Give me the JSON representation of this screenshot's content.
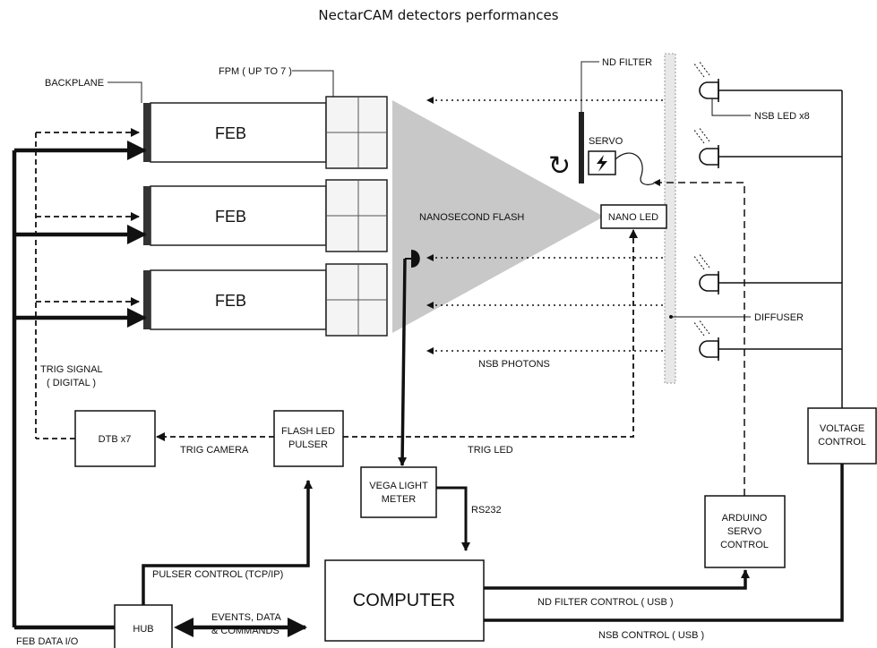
{
  "title": "NectarCAM detectors performances",
  "labels": {
    "backplane": "BACKPLANE",
    "fpm": "FPM ( UP TO 7 )",
    "feb": "FEB",
    "nd_filter": "ND FILTER",
    "servo": "SERVO",
    "nsb_led": "NSB LED x8",
    "nano_led": "NANO LED",
    "nanosecond_flash": "NANOSECOND FLASH",
    "diffuser": "DIFFUSER",
    "nsb_photons": "NSB PHOTONS",
    "trig_signal_1": "TRIG SIGNAL",
    "trig_signal_2": "( DIGITAL )",
    "dtb": "DTB x7",
    "trig_camera": "TRIG CAMERA",
    "flash_led_1": "FLASH LED",
    "flash_led_2": "PULSER",
    "trig_led": "TRIG LED",
    "voltage_1": "VOLTAGE",
    "voltage_2": "CONTROL",
    "vega_1": "VEGA LIGHT",
    "vega_2": "METER",
    "rs232": "RS232",
    "arduino_1": "ARDUINO",
    "arduino_2": "SERVO",
    "arduino_3": "CONTROL",
    "pulser_control": "PULSER CONTROL  (TCP/IP)",
    "hub": "HUB",
    "computer": "COMPUTER",
    "events_1": "EVENTS, DATA",
    "events_2": "& COMMANDS",
    "feb_data_io": "FEB DATA I/O",
    "nd_filter_control": "ND FILTER CONTROL  ( USB )",
    "nsb_control": "NSB CONTROL  ( USB )"
  }
}
